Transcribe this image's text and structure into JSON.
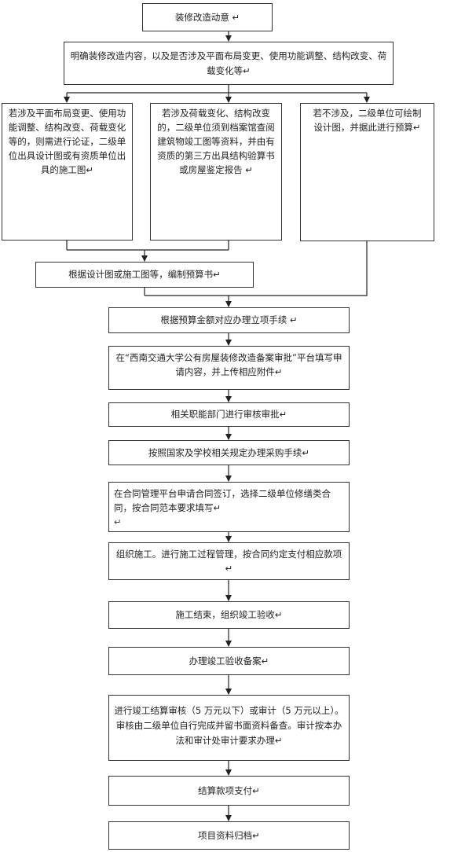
{
  "steps": {
    "s1": "装修改造动意 ↵",
    "s2": "明确装修改造内容，以及是否涉及平面布局变更、使用功能调整、结构改变、荷载变化等↵",
    "b1": "若涉及平面布局变更、使用功能调整、结构改变、荷载变化等的，则需进行论证，二级单位出具设计图或有资质单位出具的施工图↵",
    "b2": "若涉及荷载变化、结构改变的，二级单位须到档案馆查阅建筑物竣工图等资料，并由有资质的第三方出具结构验算书或房屋鉴定报告 ↵",
    "b3": "若不涉及，二级单位可绘制设计图，并据此进行预算↵",
    "s3": "根据设计图或施工图等，编制预算书↵",
    "s4": "根据预算金额对应办理立项手续 ↵",
    "s5": "在“西南交通大学公有房屋装修改造备案审批”平台填写申请内容，并上传相应附件↵",
    "s6": "相关职能部门进行审核审批↵",
    "s7": "按照国家及学校相关规定办理采购手续↵",
    "s8": "在合同管理平台申请合同签订，选择二级单位修缮类合同，按合同范本要求填写↵",
    "s8b": "↵",
    "s9": "组织施工。进行施工过程管理，按合同约定支付相应款项↵",
    "s10": "施工结束，组织竣工验收↵",
    "s11": "办理竣工验收备案↵",
    "s12": "进行竣工结算审核（5 万元以下）或审计（5 万元以上）。审核由二级单位自行完成并留书面资料备查。审计按本办法和审计处审计要求办理↵",
    "s13": "结算款项支付↵",
    "s14": "项目资料归档↵"
  }
}
